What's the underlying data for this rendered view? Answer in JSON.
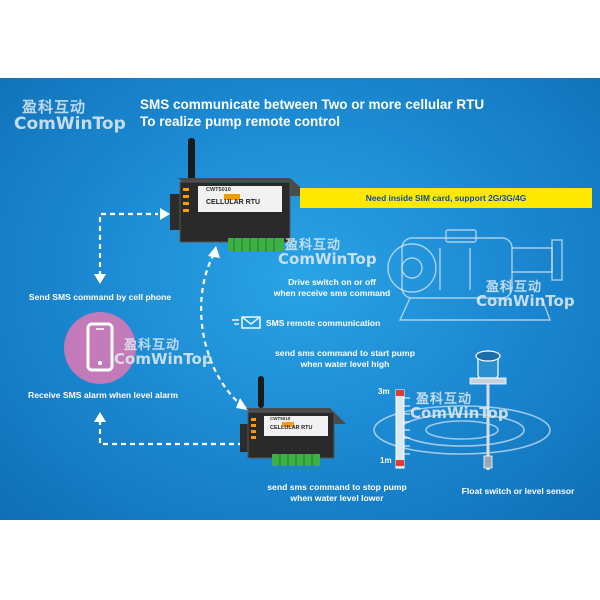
{
  "title": {
    "line1": "SMS communicate between Two or more cellular RTU",
    "line2": "To realize pump remote control"
  },
  "watermark": {
    "cn": "盈科互动",
    "en": "ComWinTop"
  },
  "device": {
    "model": "CWT5010",
    "name": "CELLULAR RTU"
  },
  "banner": "Need inside SIM card, support 2G/3G/4G",
  "labels": {
    "drive_switch_1": "Drive switch on or off",
    "drive_switch_2": "when receive sms command",
    "send_sms_phone": "Send SMS command by cell phone",
    "sms_remote": "SMS remote communication",
    "receive_alarm": "Receive SMS alarm when level alarm",
    "start_pump_1": "send sms command to start pump",
    "start_pump_2": "when water level high",
    "stop_pump_1": "send sms command to stop pump",
    "stop_pump_2": "when water level lower",
    "float_switch": "Float switch or level sensor"
  },
  "level": {
    "high": "3m",
    "low": "1m"
  },
  "colors": {
    "background": "#1a86cf",
    "banner": "#ffe800",
    "phone_circle": "#c27ab8"
  },
  "icons": [
    "antenna-icon",
    "phone-icon",
    "envelope-icon",
    "pump-icon",
    "level-sensor-icon"
  ]
}
